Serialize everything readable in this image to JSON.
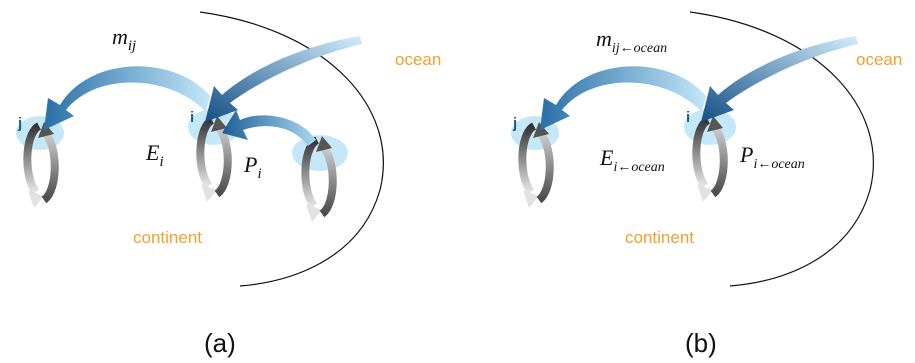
{
  "panels": [
    {
      "caption": "(a)",
      "region_ocean": "ocean",
      "region_continent": "continent",
      "node_i": "i",
      "node_j": "j",
      "flux_m_base": "m",
      "flux_m_sub": "ij",
      "evap_base": "E",
      "evap_sub": "i",
      "precip_base": "P",
      "precip_sub": "i"
    },
    {
      "caption": "(b)",
      "region_ocean": "ocean",
      "region_continent": "continent",
      "node_i": "i",
      "node_j": "j",
      "flux_m_base": "m",
      "flux_m_sub": "ij←ocean",
      "evap_base": "E",
      "evap_sub": "i←ocean",
      "precip_base": "P",
      "precip_sub": "i←ocean"
    }
  ],
  "colors": {
    "ocean_text": "#f0a030",
    "continent_text": "#f0a030",
    "arrow_light": "#bfe6f7",
    "arrow_dark": "#1c5f95",
    "node_fill": "#b7e4f6",
    "node_letter": "#1c5f95",
    "cycle_dark": "#444444",
    "cycle_light": "#dddddd"
  }
}
